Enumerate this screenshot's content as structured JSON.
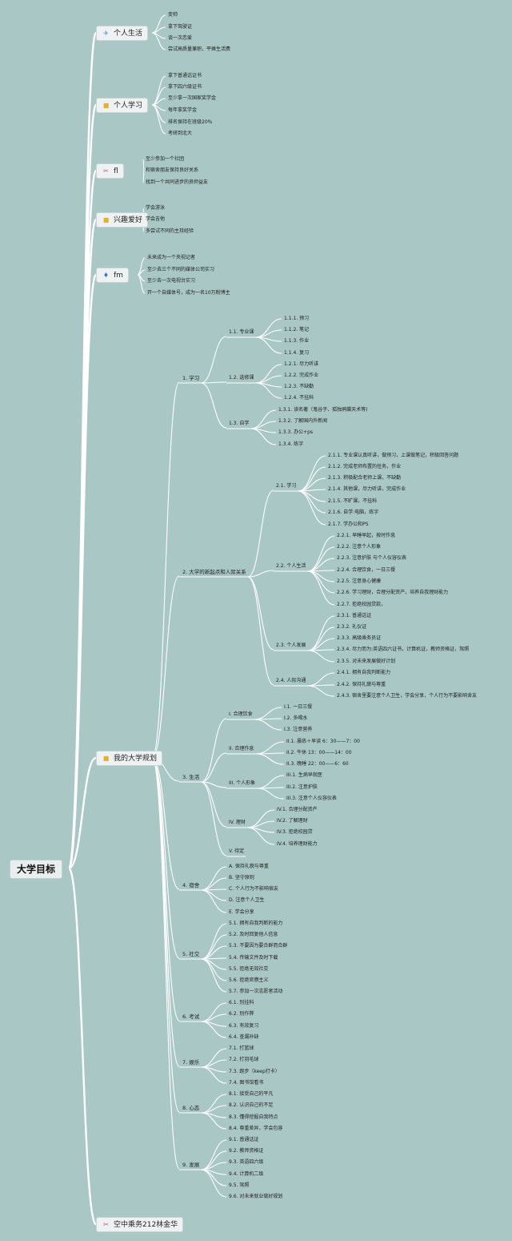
{
  "root": "大学目标",
  "topics": [
    {
      "id": "t1",
      "icon": "paper-plane-icon",
      "label": "个人生活",
      "items": [
        "变帅",
        "拿下驾驶证",
        "谈一次恋爱",
        "尝试高质量兼职，平摊生活费"
      ]
    },
    {
      "id": "t2",
      "icon": "folder-icon",
      "label": "个人学习",
      "items": [
        "拿下普通话证书",
        "拿下四六级证书",
        "至少拿一次国家奖学金",
        "每年拿奖学金",
        "排名保持在班级20%",
        "考研到北大"
      ]
    },
    {
      "id": "t3",
      "icon": "tools-icon",
      "label": "fl",
      "items": [
        "至少参加一个社团",
        "和宿舍朋友保持良好关系",
        "找到一个共同进步的良师益友"
      ]
    },
    {
      "id": "t4",
      "icon": "folder-icon",
      "label": "兴趣爱好",
      "items": [
        "学会游泳",
        "学会吉他",
        "多尝试不同的主持经验"
      ]
    },
    {
      "id": "t5",
      "icon": "fire-icon",
      "label": "fm",
      "items": [
        "未来成为一个央视记者",
        "至少去三个不同的媒体公司实习",
        "至少去一次电视台实习",
        "开一个自媒体号，成为一名10万粉博主"
      ]
    },
    {
      "id": "t6",
      "icon": "folder-icon",
      "label": "我的大学规划"
    },
    {
      "id": "t7",
      "icon": "tools-icon",
      "label": "空中乘务212林金华"
    }
  ],
  "plan": [
    {
      "label": "1. 学习",
      "children": [
        {
          "label": "1.1. 专业课",
          "items": [
            "1.1.1. 预习",
            "1.1.2. 笔记",
            "1.1.3. 作业",
            "1.1.4. 复习"
          ]
        },
        {
          "label": "1.2. 选修课",
          "items": [
            "1.2.1. 尽力听讲",
            "1.2.2. 完成作业",
            "1.2.3. 不缺勤",
            "1.2.4. 不挂科"
          ]
        },
        {
          "label": "1.3. 自学",
          "items": [
            "1.3.1. 读名著（鬼谷子、孤独鸦蝶天术等)",
            "1.3.2. 了解国内外新闻",
            "1.3.3. 办公+ps",
            "1.3.4. 练字"
          ]
        }
      ]
    },
    {
      "label": "2. 大学的新起点和人际关系",
      "children": [
        {
          "label": "2.1. 学习",
          "items": [
            "2.1.1. 专业课认真听讲，做预习，上课做笔记，积极回答问题",
            "2.1.2. 完成老师布置的任务，作业",
            "2.1.3. 积极配合老师上课，不缺勤",
            "2.1.4. 其他课，尽力听讲，完成作业",
            "2.1.5. 不旷课，不挂科",
            "2.1.6. 自学:电脑，练字",
            "2.1.7. 学办公和PS"
          ]
        },
        {
          "label": "2.2. 个人生活",
          "items": [
            "2.2.1. 早睡早起，按时作息",
            "2.2.2. 注意个人形象",
            "2.2.3. 注意护肤 与个人仪容仪表",
            "2.2.4. 合理饮食，一日三餐",
            "2.2.5. 注意身心健康",
            "2.2.6. 学习理财，合理分配资产，培养自我理财能力",
            "2.2.7. 拒绝校园贷款，"
          ]
        },
        {
          "label": "2.3. 个人发展",
          "items": [
            "2.3.1. 普通话证",
            "2.3.2. 礼仪证",
            "2.3.3. 高级乘务员证",
            "2.3.4. 尽力而为:英语四六证书，计算机证，教师资格证，驾照",
            "2.3.5. 对未来发展做好计划"
          ]
        },
        {
          "label": "2.4. 人际沟通",
          "items": [
            "2.4.1. 拥有自我判断能力",
            "2.4.2. 保持礼貌与尊重",
            "2.4.3. 宿舍里要注意个人卫生，学会分享，个人行为不要影响舍友"
          ]
        }
      ]
    },
    {
      "label": "3. 生活",
      "children": [
        {
          "label": "I. 合理饮食",
          "items": [
            "I.1. 一日三餐",
            "I.2. 多喝水",
            "I.3. 注意营养"
          ]
        },
        {
          "label": "II. 合理作息",
          "items": [
            "II.1. 晨练＋早读 6：30——7：00",
            "II.2. 午休 13：00——14：00",
            "II.3. 晚睡 22：00——6：60"
          ]
        },
        {
          "label": "III. 个人形象",
          "items": [
            "III.1. 生病早就医",
            "III.2. 注意护肤",
            "III.3. 注意个人仪容仪表"
          ]
        },
        {
          "label": "IV. 理财",
          "items": [
            "IV.1. 合理分配资产",
            "IV.2. 了解理财",
            "IV.3. 拒绝校园贷",
            "IV.4. 培养理财能力"
          ]
        },
        {
          "label": "V. 待定",
          "items": []
        }
      ]
    },
    {
      "label": "4. 宿舍",
      "items": [
        "A. 保持礼貌与尊重",
        "B. 坚守原则",
        "C. 个人行为不影响宿友",
        "D. 注意个人卫生",
        "E. 学会分享"
      ]
    },
    {
      "label": "5. 社交",
      "items": [
        "5.1. 拥有自我判断的能力",
        "5.2. 及时回复他人信息",
        "5.3. 不要因为要合群而合群",
        "5.4. 传输文件及时下载",
        "5.5. 拒绝无效社交",
        "5.6. 拒绝官僚主义",
        "5.7. 参加一次志愿者活动"
      ]
    },
    {
      "label": "6. 考试",
      "items": [
        "6.1. 別挂科",
        "6.2. 别作弊",
        "6.3. 有效复习",
        "6.4. 查漏补缺"
      ]
    },
    {
      "label": "7. 娱乐",
      "items": [
        "7.1. 打篮球",
        "7.2. 打羽毛球",
        "7.3. 跑步（keep打卡）",
        "7.4. 图书馆看书"
      ]
    },
    {
      "label": "8. 心态",
      "items": [
        "8.1. 接受自己的平凡",
        "8.2. 认识自己的不足",
        "8.3. 懂得挖掘自我特点",
        "8.4. 尊重差异，学会包容"
      ]
    },
    {
      "label": "9. 发展",
      "items": [
        "9.1. 普通话证",
        "9.2. 教师资格证",
        "9.3. 英语四六级",
        "9.4. 计算机二级",
        "9.5. 驾照",
        "9.6. 对未来就业做好规划"
      ]
    }
  ]
}
